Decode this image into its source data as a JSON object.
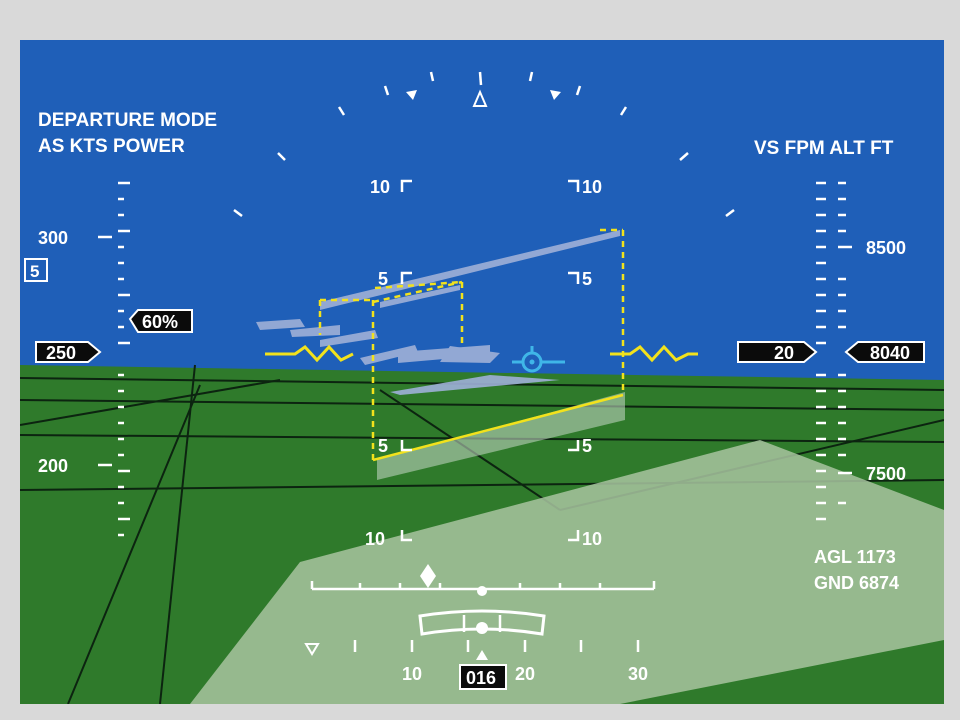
{
  "header": {
    "mode_line1": "DEPARTURE MODE",
    "mode_line2": "AS KTS POWER",
    "right_line": "VS FPM ALT FT"
  },
  "airspeed": {
    "scale_300": "300",
    "scale_200": "200",
    "current": "250",
    "power": "60%",
    "boxed_value": "5"
  },
  "altitude": {
    "scale_8500": "8500",
    "scale_7500": "7500",
    "current": "8040",
    "vertical_speed": "20",
    "agl": "AGL 1173",
    "gnd": "GND 6874"
  },
  "pitch_ladder": {
    "up10_left": "10",
    "up10_right": "10",
    "up5_left": "5",
    "up5_right": "5",
    "down5_left": "5",
    "down5_right": "5",
    "down10_left": "10",
    "down10_right": "10"
  },
  "heading": {
    "current": "016",
    "tick_10": "10",
    "tick_20": "20",
    "tick_30": "30"
  },
  "colors": {
    "sky": "#1f5fb8",
    "ground": "#2f7a2b",
    "symbology": "#ffffff",
    "tunnel": "#f2e21c",
    "flight_path": "#3fb6e8",
    "terrain_overlay": "#a8c4a0"
  }
}
